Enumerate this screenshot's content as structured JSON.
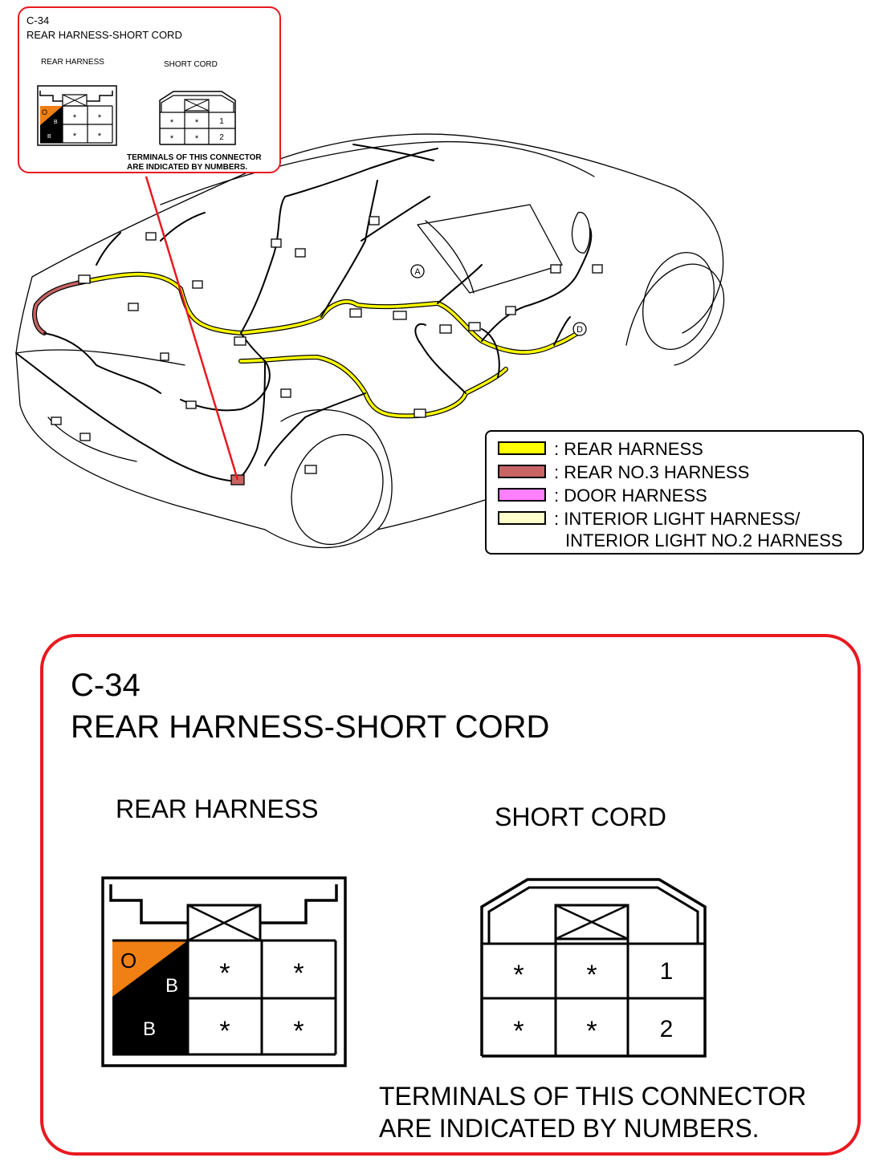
{
  "connector": {
    "code": "C-34",
    "name": "REAR HARNESS-SHORT CORD",
    "left_label": "REAR HARNESS",
    "right_label": "SHORT CORD",
    "note_line1": "TERMINALS OF THIS CONNECTOR",
    "note_line2": "ARE INDICATED BY NUMBERS."
  },
  "rear_harness_pins": {
    "wire_top_upper": "O",
    "wire_top_lower": "B",
    "wire_bottom": "B",
    "cells": [
      "*",
      "*",
      "*",
      "*"
    ],
    "wire_color_orange": "#f07f14",
    "wire_color_black": "#000000"
  },
  "short_cord_pins": {
    "row1": [
      "*",
      "*",
      "1"
    ],
    "row2": [
      "*",
      "*",
      "2"
    ]
  },
  "vehicle_markers": {
    "a": "A",
    "d": "D"
  },
  "legend": {
    "items": [
      {
        "label": ": REAR HARNESS",
        "color": "#ffff00"
      },
      {
        "label": ": REAR NO.3 HARNESS",
        "color": "#c86464"
      },
      {
        "label": ": DOOR HARNESS",
        "color": "#ff80ff"
      },
      {
        "label": ": INTERIOR LIGHT HARNESS/",
        "color": "#ffffcc"
      }
    ],
    "continuation": "INTERIOR LIGHT NO.2 HARNESS"
  },
  "colors": {
    "callout_border": "#e8191f",
    "harness_yellow": "#ffff00",
    "harness_red": "#c86464"
  }
}
